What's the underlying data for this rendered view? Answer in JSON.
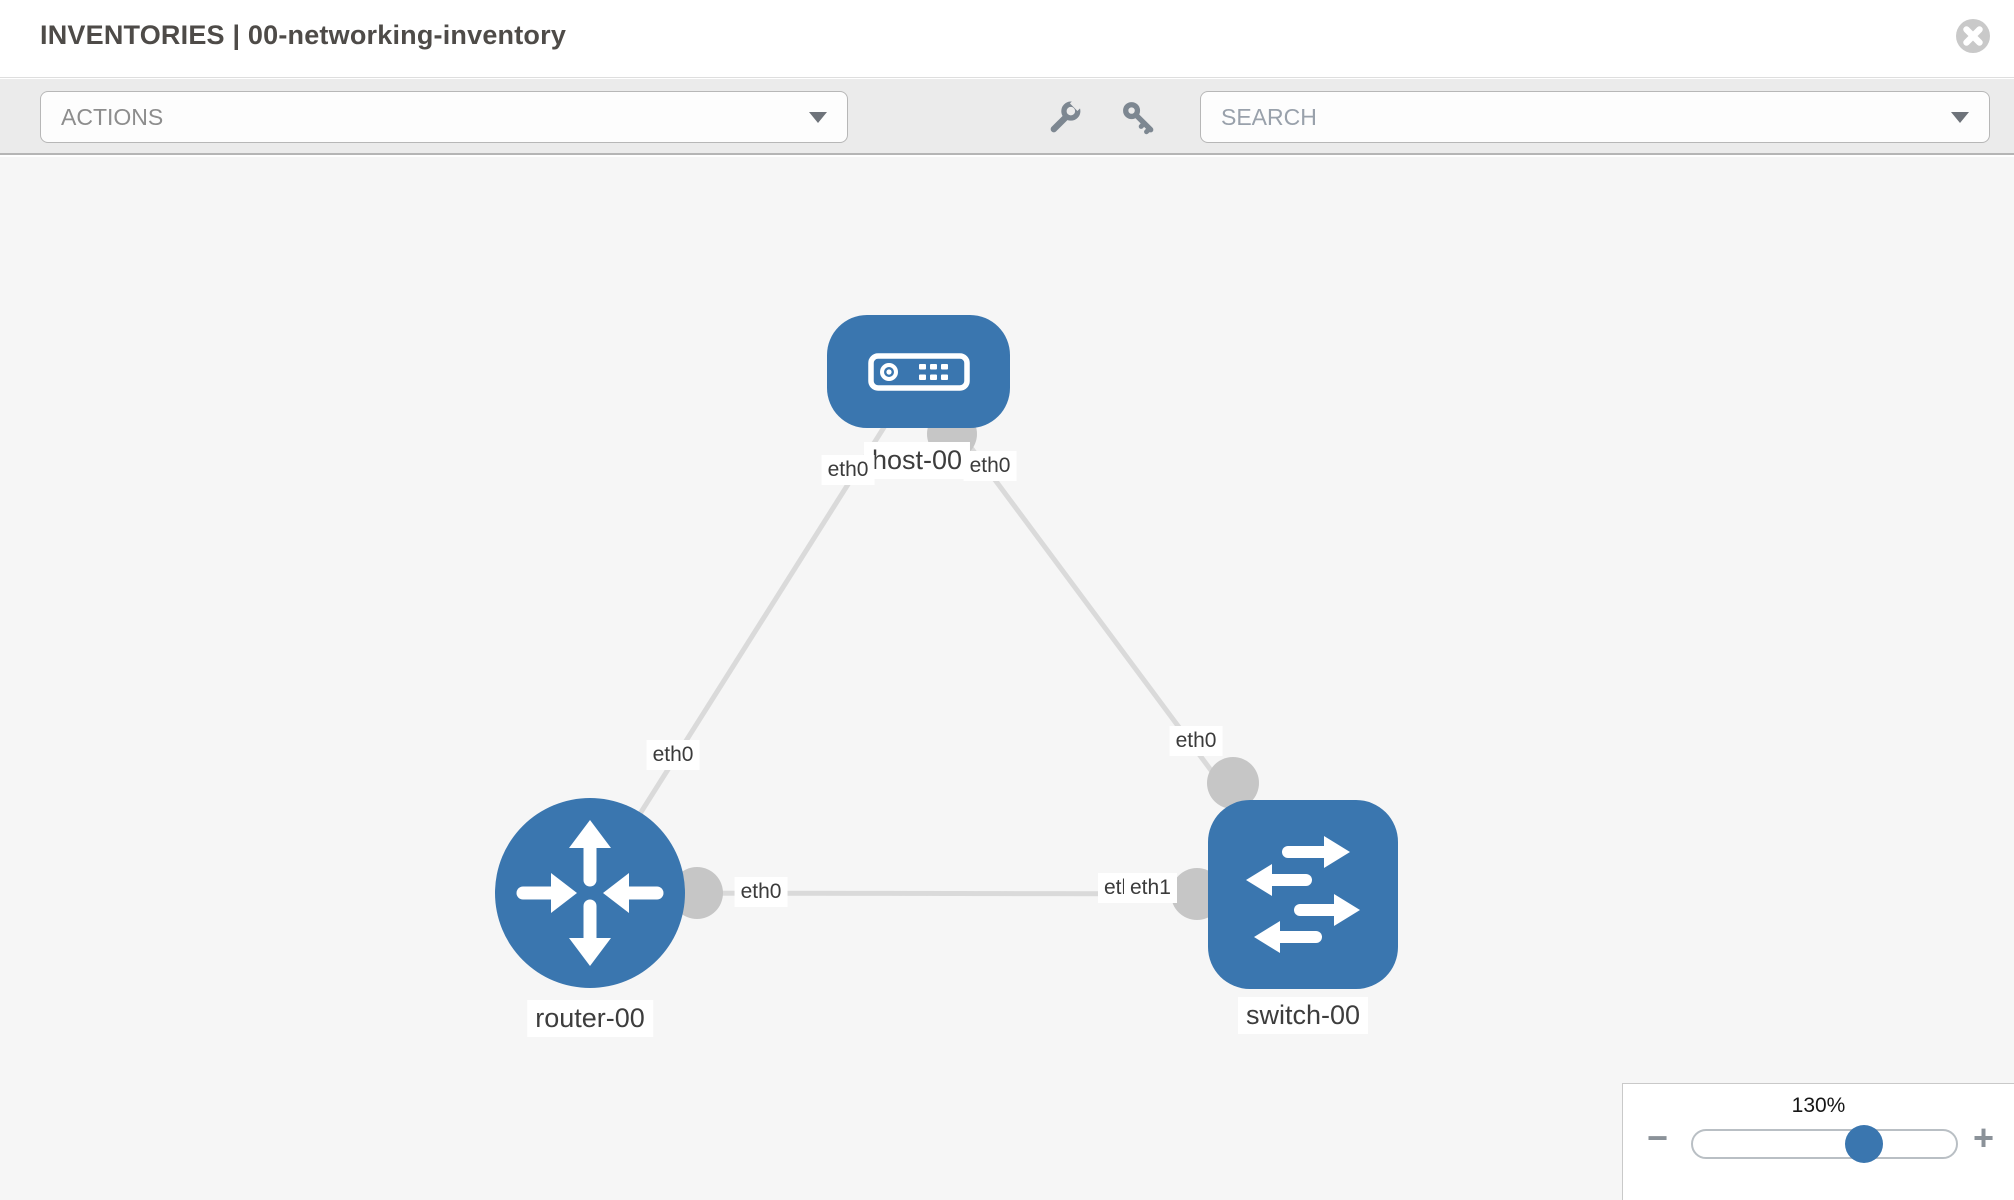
{
  "header": {
    "title": "INVENTORIES | 00-networking-inventory"
  },
  "toolbar": {
    "actions_label": "ACTIONS",
    "search_placeholder": "SEARCH",
    "icons": [
      "wrench",
      "key"
    ]
  },
  "topology": {
    "nodes": [
      {
        "id": "host-00",
        "label": "host-00",
        "type": "host",
        "icon": "host-device-icon"
      },
      {
        "id": "router-00",
        "label": "router-00",
        "type": "router",
        "icon": "router-arrows-icon"
      },
      {
        "id": "switch-00",
        "label": "switch-00",
        "type": "switch",
        "icon": "switch-arrows-icon"
      }
    ],
    "links": [
      {
        "from": "host-00",
        "from_interface": "eth0",
        "to": "router-00",
        "to_interface": "eth0"
      },
      {
        "from": "host-00",
        "from_interface": "eth0",
        "to": "switch-00",
        "to_interface": "eth0"
      },
      {
        "from": "router-00",
        "from_interface": "eth0",
        "to": "switch-00",
        "to_interface": "eth1"
      }
    ],
    "iface_labels": [
      {
        "text": "eth0"
      },
      {
        "text": "eth0"
      },
      {
        "text": "eth0"
      },
      {
        "text": "eth0"
      },
      {
        "text": "eth0"
      },
      {
        "text": "eth0"
      },
      {
        "text": "eth1"
      }
    ]
  },
  "zoom_control": {
    "level": "130%",
    "minus_label": "−",
    "plus_label": "+"
  },
  "colors": {
    "node_blue": "#3a76af",
    "link_gray": "#dadada",
    "interface_dot_gray": "#c6c6c6",
    "toolbar_bg": "#ebebeb",
    "canvas_bg": "#f6f6f6"
  }
}
